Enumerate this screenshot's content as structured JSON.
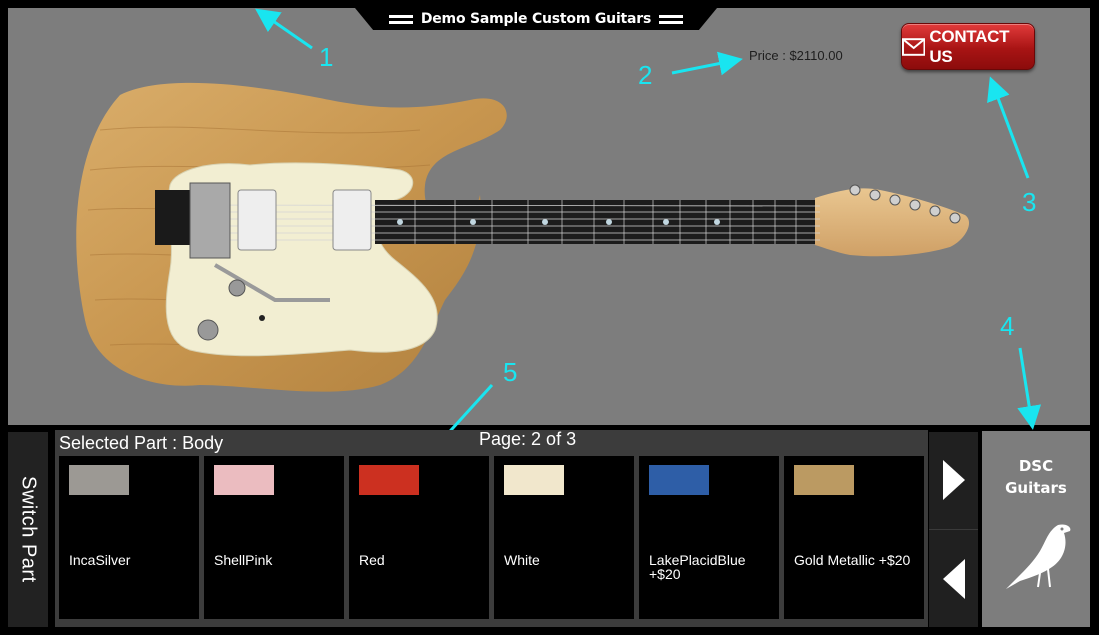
{
  "header": {
    "title": "Demo Sample Custom Guitars"
  },
  "product": {
    "price": "Price : $2110.00"
  },
  "contact": {
    "label": "CONTACT US"
  },
  "annotations": [
    "1",
    "2",
    "3",
    "4",
    "5",
    "2"
  ],
  "sidebar": {
    "switch_part": "Switch Part"
  },
  "parts": {
    "selected": "Selected Part : Body",
    "page": "Page: 2 of 3"
  },
  "swatches": [
    {
      "name": "IncaSilver",
      "color": "#9c9994"
    },
    {
      "name": "ShellPink",
      "color": "#ebbcc0"
    },
    {
      "name": "Red",
      "color": "#cc3020"
    },
    {
      "name": "White",
      "color": "#f1e7cc"
    },
    {
      "name": "LakePlacidBlue +$20",
      "color": "#2e5ea7"
    },
    {
      "name": "Gold Metallic +$20",
      "color": "#bb9a62"
    }
  ],
  "brand": {
    "line1": "DSC",
    "line2": "Guitars"
  },
  "icons": [
    "envelope-icon",
    "next-arrow-icon",
    "prev-arrow-icon",
    "bird-logo-icon"
  ],
  "colors": {
    "annotation": "#19e5f0",
    "contact_red": "#b81818",
    "stage": "#7d7d7d"
  }
}
